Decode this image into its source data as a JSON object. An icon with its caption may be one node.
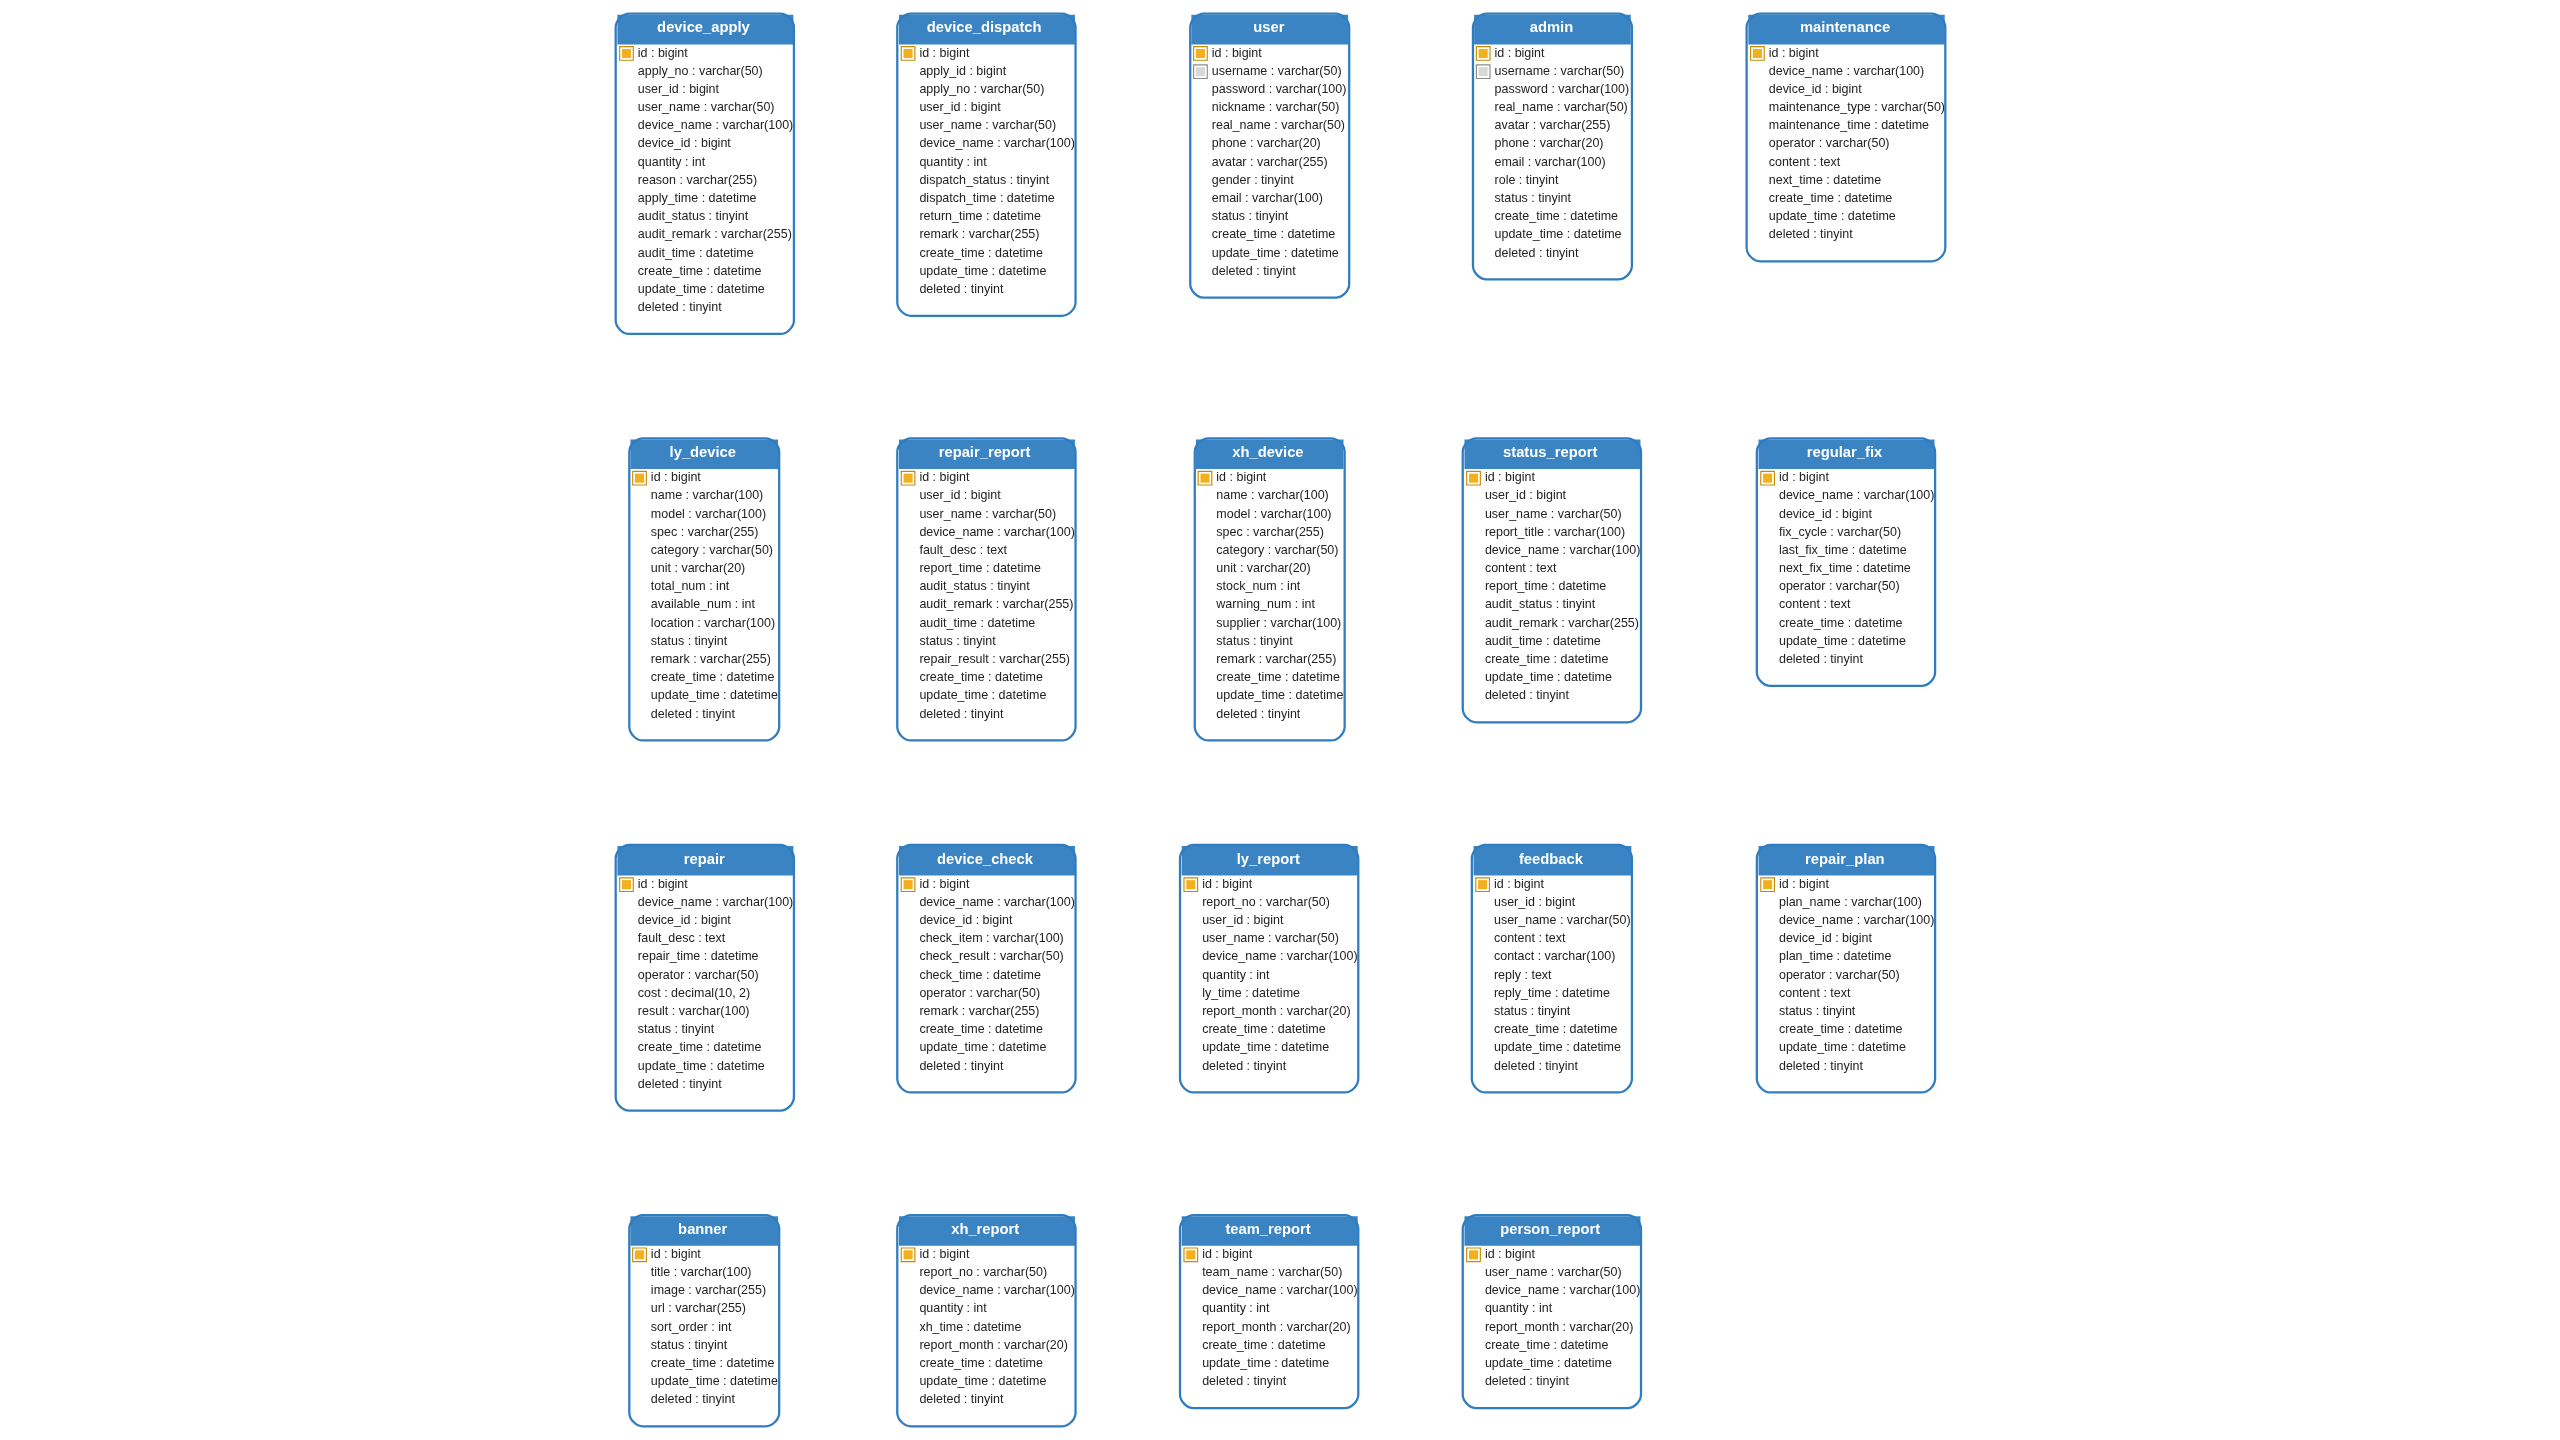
{
  "diagram": {
    "nodes": [
      {
        "text": [
          "device_apply",
          "id : bigint",
          "apply_no : varchar(50)",
          "user_id : bigint",
          "user_name : varchar(50)",
          "device_name : varchar(100)",
          "device_id : bigint",
          "quantity : int",
          "reason : varchar(255)",
          "apply_time : datetime",
          "audit_status : tinyint",
          "audit_remark : varchar(255)",
          "audit_time : datetime",
          "create_time : datetime",
          "update_time : datetime",
          "deleted : tinyint"
        ]
      },
      {
        "text": [
          "device_dispatch",
          "id : bigint",
          "apply_id : bigint",
          "apply_no : varchar(50)",
          "user_id : bigint",
          "user_name : varchar(50)",
          "device_name : varchar(100)",
          "quantity : int",
          "dispatch_status : tinyint",
          "dispatch_time : datetime",
          "return_time : datetime",
          "remark : varchar(255)",
          "create_time : datetime",
          "update_time : datetime",
          "deleted : tinyint"
        ]
      },
      {
        "text": [
          "user",
          "id : bigint",
          "username : varchar(50)",
          "password : varchar(100)",
          "nickname : varchar(50)",
          "real_name : varchar(50)",
          "phone : varchar(20)",
          "avatar : varchar(255)",
          "gender : tinyint",
          "email : varchar(100)",
          "status : tinyint",
          "create_time : datetime",
          "update_time : datetime",
          "deleted : tinyint"
        ]
      },
      {
        "text": [
          "admin",
          "id : bigint",
          "username : varchar(50)",
          "password : varchar(100)",
          "real_name : varchar(50)",
          "avatar : varchar(255)",
          "phone : varchar(20)",
          "email : varchar(100)",
          "role : tinyint",
          "status : tinyint",
          "create_time : datetime",
          "update_time : datetime",
          "deleted : tinyint"
        ]
      },
      {
        "text": [
          "maintenance",
          "id : bigint",
          "device_name : varchar(100)",
          "device_id : bigint",
          "maintenance_type : varchar(50)",
          "maintenance_time : datetime",
          "operator : varchar(50)",
          "content : text",
          "next_time : datetime",
          "create_time : datetime",
          "update_time : datetime",
          "deleted : tinyint"
        ]
      },
      {
        "text": [
          "ly_device",
          "id : bigint",
          "name : varchar(100)",
          "model : varchar(100)",
          "spec : varchar(255)",
          "category : varchar(50)",
          "unit : varchar(20)",
          "total_num : int",
          "available_num : int",
          "location : varchar(100)",
          "status : tinyint",
          "remark : varchar(255)",
          "create_time : datetime",
          "update_time : datetime",
          "deleted : tinyint"
        ]
      },
      {
        "text": [
          "repair_report",
          "id : bigint",
          "user_id : bigint",
          "user_name : varchar(50)",
          "device_name : varchar(100)",
          "fault_desc : text",
          "report_time : datetime",
          "audit_status : tinyint",
          "audit_remark : varchar(255)",
          "audit_time : datetime",
          "status : tinyint",
          "repair_result : varchar(255)",
          "create_time : datetime",
          "update_time : datetime",
          "deleted : tinyint"
        ]
      },
      {
        "text": [
          "xh_device",
          "id : bigint",
          "name : varchar(100)",
          "model : varchar(100)",
          "spec : varchar(255)",
          "category : varchar(50)",
          "unit : varchar(20)",
          "stock_num : int",
          "warning_num : int",
          "supplier : varchar(100)",
          "status : tinyint",
          "remark : varchar(255)",
          "create_time : datetime",
          "update_time : datetime",
          "deleted : tinyint"
        ]
      },
      {
        "text": [
          "status_report",
          "id : bigint",
          "user_id : bigint",
          "user_name : varchar(50)",
          "report_title : varchar(100)",
          "device_name : varchar(100)",
          "content : text",
          "report_time : datetime",
          "audit_status : tinyint",
          "audit_remark : varchar(255)",
          "audit_time : datetime",
          "create_time : datetime",
          "update_time : datetime",
          "deleted : tinyint"
        ]
      },
      {
        "text": [
          "regular_fix",
          "id : bigint",
          "device_name : varchar(100)",
          "device_id : bigint",
          "fix_cycle : varchar(50)",
          "last_fix_time : datetime",
          "next_fix_time : datetime",
          "operator : varchar(50)",
          "content : text",
          "create_time : datetime",
          "update_time : datetime",
          "deleted : tinyint"
        ]
      },
      {
        "text": [
          "repair",
          "id : bigint",
          "device_name : varchar(100)",
          "device_id : bigint",
          "fault_desc : text",
          "repair_time : datetime",
          "operator : varchar(50)",
          "cost : decimal(10, 2)",
          "result : varchar(100)",
          "status : tinyint",
          "create_time : datetime",
          "update_time : datetime",
          "deleted : tinyint"
        ]
      },
      {
        "text": [
          "device_check",
          "id : bigint",
          "device_name : varchar(100)",
          "device_id : bigint",
          "check_item : varchar(100)",
          "check_result : varchar(50)",
          "check_time : datetime",
          "operator : varchar(50)",
          "remark : varchar(255)",
          "create_time : datetime",
          "update_time : datetime",
          "deleted : tinyint"
        ]
      },
      {
        "text": [
          "ly_report",
          "id : bigint",
          "report_no : varchar(50)",
          "user_id : bigint",
          "user_name : varchar(50)",
          "device_name : varchar(100)",
          "quantity : int",
          "ly_time : datetime",
          "report_month : varchar(20)",
          "create_time : datetime",
          "update_time : datetime",
          "deleted : tinyint"
        ]
      },
      {
        "text": [
          "feedback",
          "id : bigint",
          "user_id : bigint",
          "user_name : varchar(50)",
          "content : text",
          "contact : varchar(100)",
          "reply : text",
          "reply_time : datetime",
          "status : tinyint",
          "create_time : datetime",
          "update_time : datetime",
          "deleted : tinyint"
        ]
      },
      {
        "text": [
          "repair_plan",
          "id : bigint",
          "plan_name : varchar(100)",
          "device_name : varchar(100)",
          "device_id : bigint",
          "plan_time : datetime",
          "operator : varchar(50)",
          "content : text",
          "status : tinyint",
          "create_time : datetime",
          "update_time : datetime",
          "deleted : tinyint"
        ]
      },
      {
        "text": [
          "banner",
          "id : bigint",
          "title : varchar(100)",
          "image : varchar(255)",
          "url : varchar(255)",
          "sort_order : int",
          "status : tinyint",
          "create_time : datetime",
          "update_time : datetime",
          "deleted : tinyint"
        ]
      },
      {
        "text": [
          "xh_report",
          "id : bigint",
          "report_no : varchar(50)",
          "device_name : varchar(100)",
          "quantity : int",
          "xh_time : datetime",
          "report_month : varchar(20)",
          "create_time : datetime",
          "update_time : datetime",
          "deleted : tinyint"
        ]
      },
      {
        "text": [
          "team_report",
          "id : bigint",
          "team_name : varchar(50)",
          "device_name : varchar(100)",
          "quantity : int",
          "report_month : varchar(20)",
          "create_time : datetime",
          "update_time : datetime",
          "deleted : tinyint"
        ]
      },
      {
        "text": [
          "person_report",
          "id : bigint",
          "user_name : varchar(50)",
          "device_name : varchar(100)",
          "quantity : int",
          "report_month : varchar(20)",
          "create_time : datetime",
          "update_time : datetime",
          "deleted : tinyint"
        ]
      }
    ]
  }
}
